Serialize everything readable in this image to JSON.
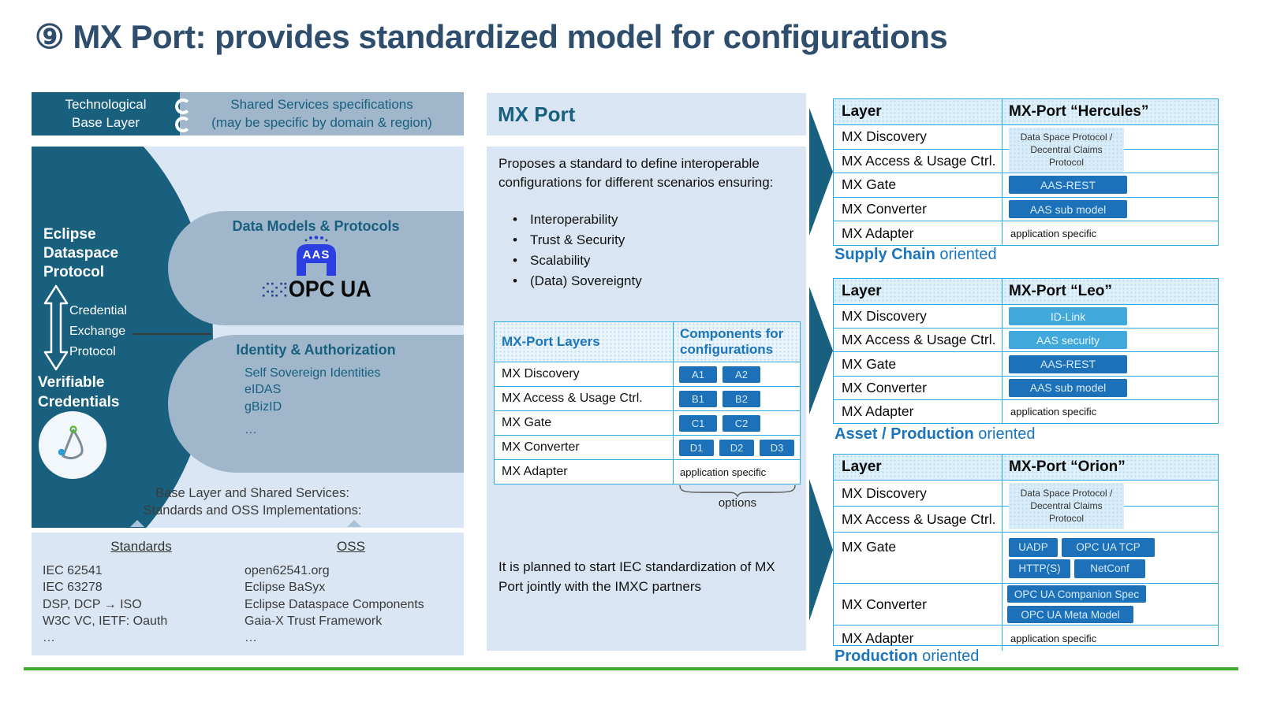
{
  "title": "⑨ MX Port: provides standardized model for configurations",
  "colors": {
    "teal": "#19607F",
    "gray_blue": "#A0B6CB",
    "panel_blue": "#DAE6F3",
    "table_border": "#29ABE2",
    "chip_dark": "#1D71B8",
    "chip_light": "#41A8DC",
    "caption_blue": "#1B75BC",
    "green_line": "#3DAE2B",
    "aas_blue": "#2B3FE0"
  },
  "left": {
    "tech_base_layer": "Technological\nBase Layer",
    "shared_services": "Shared Services specifications\n(may be specific by domain & region)",
    "eclipse_dsp": "Eclipse\nDataspace\nProtocol",
    "credential_exchange": "Credential\nExchange\nProtocol",
    "verifiable_credentials": "Verifiable\nCredentials",
    "data_models_title": "Data Models & Protocols",
    "aas_label": "AAS",
    "opcua_label": "OPC UA",
    "identity_title": "Identity & Authorization",
    "identity_items": [
      "Self Sovereign Identities",
      "eIDAS",
      "gBizID",
      "…"
    ],
    "base_caption": "Base Layer and Shared Services:\nStandards and OSS Implementations:",
    "standards_heading": "Standards",
    "standards_items": [
      "IEC 62541",
      "IEC 63278",
      "DSP, DCP → ISO",
      "W3C VC, IETF: Oauth",
      "…"
    ],
    "oss_heading": "OSS",
    "oss_items": [
      "open62541.org",
      "Eclipse BaSyx",
      "Eclipse Dataspace Components",
      "Gaia-X Trust Framework",
      "…"
    ]
  },
  "middle": {
    "title": "MX Port",
    "intro": "Proposes a standard to define interoperable configurations for different scenarios ensuring:",
    "bullets": [
      "Interoperability",
      "Trust & Security",
      "Scalability",
      "(Data) Sovereignty"
    ],
    "table": {
      "col1": "MX-Port Layers",
      "col2": "Components for configurations",
      "rows": [
        {
          "layer": "MX Discovery",
          "chips": [
            "A1",
            "A2"
          ]
        },
        {
          "layer": "MX Access & Usage Ctrl.",
          "chips": [
            "B1",
            "B2"
          ]
        },
        {
          "layer": "MX Gate",
          "chips": [
            "C1",
            "C2"
          ]
        },
        {
          "layer": "MX Converter",
          "chips": [
            "D1",
            "D2",
            "D3"
          ]
        },
        {
          "layer": "MX Adapter",
          "note": "application specific"
        }
      ]
    },
    "options_label": "options",
    "footer": "It is planned to start IEC standardization of MX Port jointly with the IMXC partners"
  },
  "right": {
    "col1_header": "Layer",
    "row_labels": [
      "MX Discovery",
      "MX Access & Usage Ctrl.",
      "MX Gate",
      "MX Converter",
      "MX Adapter"
    ],
    "adapter_note": "application specific",
    "hercules": {
      "header": "MX-Port “Hercules”",
      "merged_chip": "Data Space Protocol /\nDecentral Claims\nProtocol",
      "gate_chip": "AAS-REST",
      "converter_chip": "AAS sub model",
      "caption_bold": "Supply Chain",
      "caption_rest": "oriented"
    },
    "leo": {
      "header": "MX-Port “Leo”",
      "discovery_chip": "ID-Link",
      "access_chip": "AAS security",
      "gate_chip": "AAS-REST",
      "converter_chip": "AAS sub model",
      "caption_bold": "Asset / Production",
      "caption_rest": "oriented"
    },
    "orion": {
      "header": "MX-Port “Orion”",
      "merged_chip": "Data Space Protocol /\nDecentral Claims\nProtocol",
      "gate_chips": [
        "UADP",
        "OPC UA TCP",
        "HTTP(S)",
        "NetConf"
      ],
      "converter_chips": [
        "OPC UA Companion Spec",
        "OPC UA Meta Model"
      ],
      "caption_bold": "Production",
      "caption_rest": "oriented"
    }
  }
}
